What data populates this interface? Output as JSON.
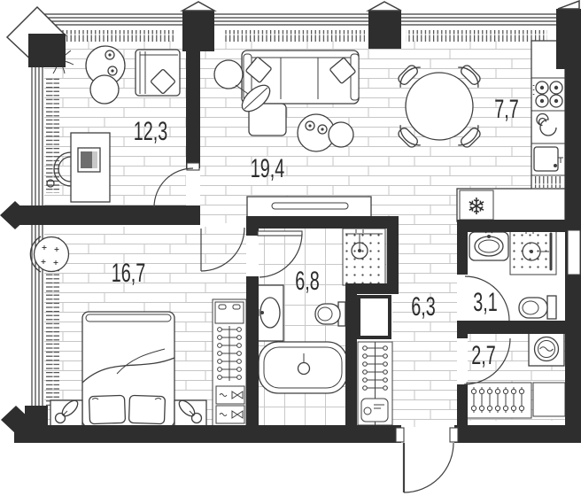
{
  "floor_plan": {
    "rooms": [
      {
        "key": "study",
        "area_label": "12,3"
      },
      {
        "key": "living-room",
        "area_label": "19,4"
      },
      {
        "key": "kitchen",
        "area_label": "7,7"
      },
      {
        "key": "bedroom",
        "area_label": "16,7"
      },
      {
        "key": "bathroom",
        "area_label": "6,8"
      },
      {
        "key": "hallway",
        "area_label": "6,3"
      },
      {
        "key": "shower-room",
        "area_label": "3,1"
      },
      {
        "key": "laundry",
        "area_label": "2,7"
      }
    ],
    "icons": {
      "freezer": "❄"
    },
    "colors": {
      "wall": "#2e2e2e",
      "line": "#3f3f3f",
      "floor_line": "#c6c6c6",
      "label_text": "#2b2b2b",
      "background": "#ffffff"
    }
  }
}
